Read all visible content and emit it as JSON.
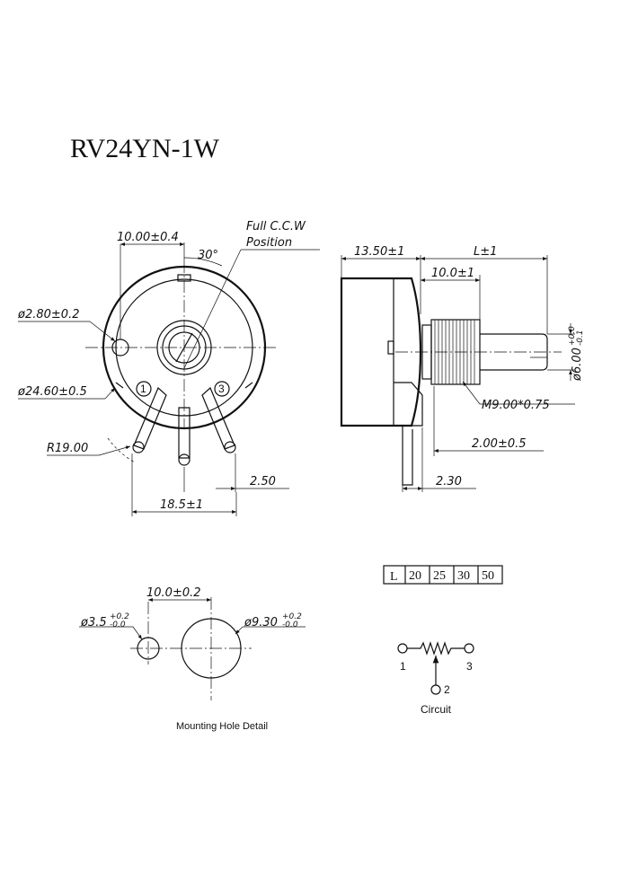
{
  "title": "RV24YN-1W",
  "front_view": {
    "dim_pin_center": "10.00±0.4",
    "angle": "30°",
    "ccw_line1": "Full C.C.W",
    "ccw_line2": "Position",
    "dim_hole": "ø2.80±0.2",
    "dim_body": "ø24.60±0.5",
    "dim_radius": "R19.00",
    "dim_pitch": "2.50",
    "dim_width": "18.5±1",
    "terminal_1": "1",
    "terminal_3": "3"
  },
  "side_view": {
    "dim_body_depth": "13.50±1",
    "dim_shaft_length": "L±1",
    "dim_bushing": "10.0±1",
    "dim_shaft_dia": "ø6.00",
    "dim_shaft_tol_top": "+0.0",
    "dim_shaft_tol_bottom": "-0.1",
    "dim_thread": "M9.00*0.75",
    "dim_terminal_offset": "2.00±0.5",
    "dim_terminal_thk": "2.30"
  },
  "length_table": {
    "header": "L",
    "values": [
      "20",
      "25",
      "30",
      "50"
    ]
  },
  "mounting": {
    "dim_spacing": "10.0±0.2",
    "dim_small": "ø3.5",
    "dim_small_tol_top": "+0.2",
    "dim_small_tol_bottom": "-0.0",
    "dim_large": "ø9.30",
    "dim_large_tol_top": "+0.2",
    "dim_large_tol_bottom": "-0.0",
    "caption": "Mounting Hole Detail"
  },
  "circuit": {
    "pin1": "1",
    "pin2": "2",
    "pin3": "3",
    "caption": "Circuit"
  }
}
